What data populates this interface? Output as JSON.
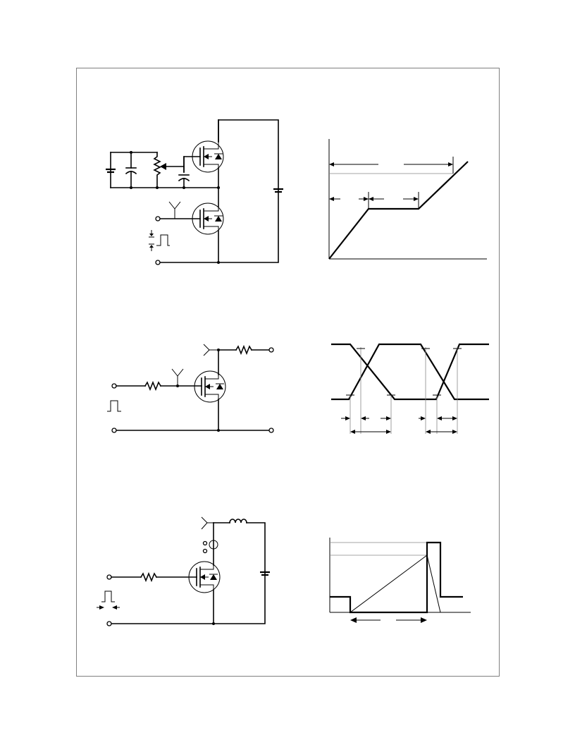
{
  "page": {
    "frame_color": "#7f7f7f",
    "line_color": "#000000",
    "guide_color": "#888888"
  },
  "figures": [
    {
      "id": "gate-charge-test-circuit",
      "icons": [
        "dc-source-icon",
        "capacitor-icon",
        "potentiometer-icon",
        "mosfet-icon",
        "diode-icon",
        "gate-pulse-icon"
      ]
    },
    {
      "id": "gate-charge-waveform",
      "icons": [
        "axis-icon",
        "arrow-icon"
      ]
    },
    {
      "id": "switching-test-circuit",
      "icons": [
        "resistor-icon",
        "mosfet-icon",
        "pulse-icon"
      ]
    },
    {
      "id": "switching-waveform",
      "icons": [
        "arrow-icon"
      ]
    },
    {
      "id": "uis-test-circuit",
      "icons": [
        "inductor-icon",
        "current-probe-icon",
        "resistor-icon",
        "mosfet-icon",
        "capacitor-icon",
        "pulse-icon"
      ]
    },
    {
      "id": "uis-waveform",
      "icons": [
        "arrow-icon"
      ]
    }
  ]
}
